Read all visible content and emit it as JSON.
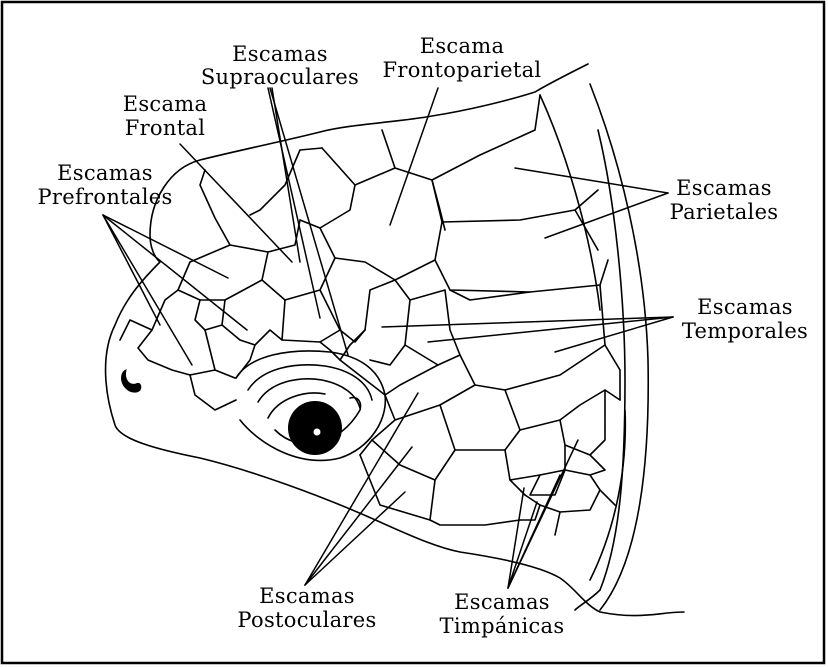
{
  "labels": {
    "escamas_supraoculares": [
      "Escamas",
      "Supraoculares"
    ],
    "escama_frontoparietal": [
      "Escama",
      "Frontoparietal"
    ],
    "escama_frontal": [
      "Escama",
      "Frontal"
    ],
    "escamas_prefrontales": [
      "Escamas",
      "Prefrontales"
    ],
    "escamas_parietales": [
      "Escamas",
      "Parietales"
    ],
    "escamas_temporales": [
      "Escamas",
      "Temporales"
    ],
    "escamas_postoculares": [
      "Escamas",
      "Postoculares"
    ],
    "escamas_timpanicas": [
      "Escamas",
      "Timpánicas"
    ]
  },
  "colors": {
    "line": "#000000",
    "background": "#ffffff",
    "eye": "#000000"
  }
}
